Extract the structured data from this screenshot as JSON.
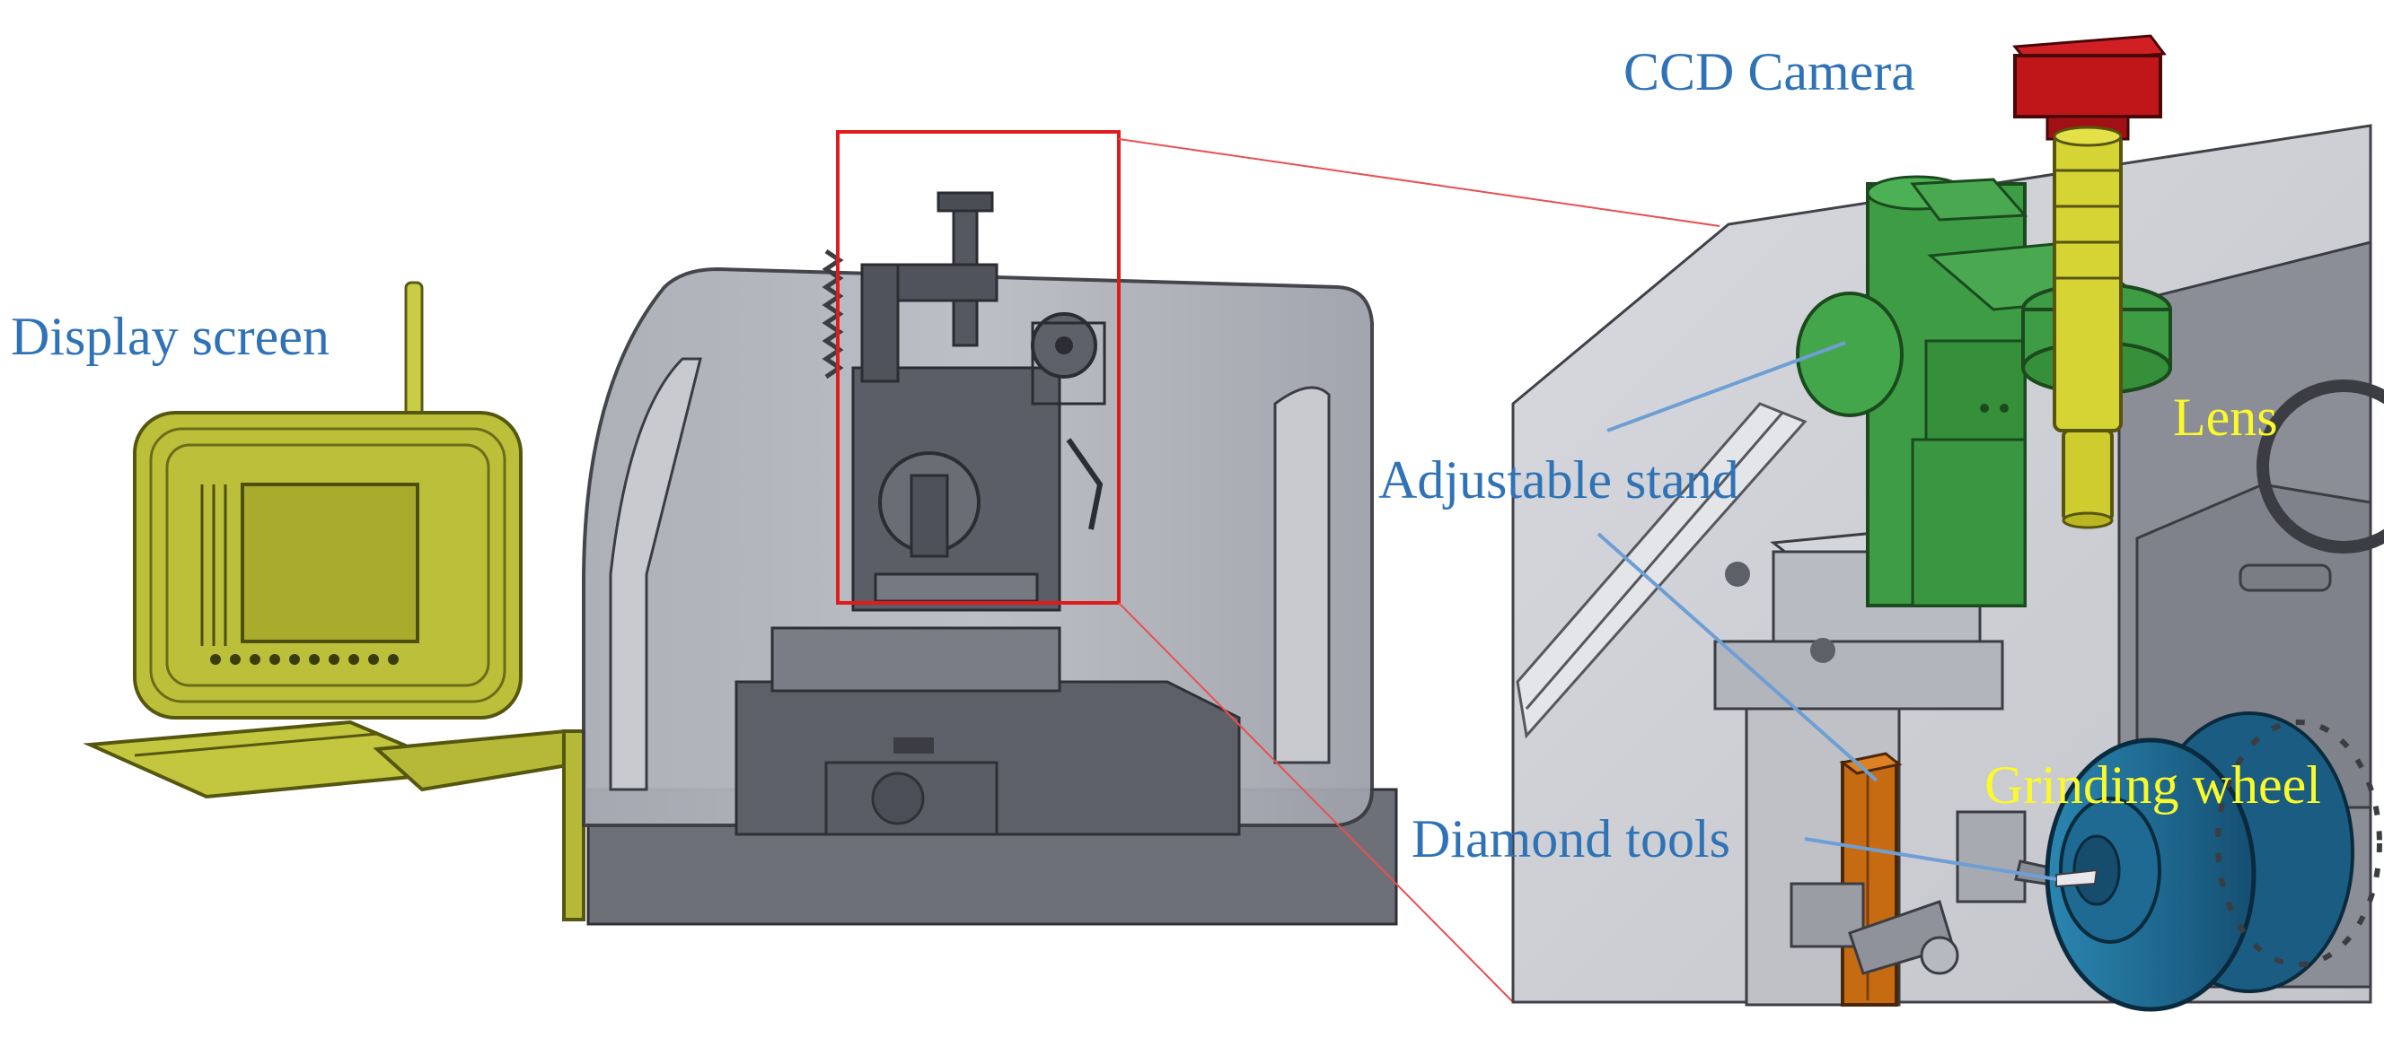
{
  "labels": {
    "display_screen": "Display screen",
    "ccd_camera": "CCD Camera",
    "lens": "Lens",
    "adjustable_stand": "Adjustable stand",
    "grinding_wheel": "Grinding wheel",
    "diamond_tools": "Diamond tools"
  },
  "colors": {
    "label_blue": "#2f73b6",
    "label_yellow": "#fafa2a",
    "highlight_red": "#e01b1b",
    "display_yellow": "#bcbf3a",
    "camera_red": "#c0161a",
    "lens_yellow": "#d6d335",
    "stand_green": "#3d9c44",
    "wheel_blue": "#1f6f98",
    "tool_orange": "#c76b12",
    "machine_gray": "#6d7079"
  }
}
